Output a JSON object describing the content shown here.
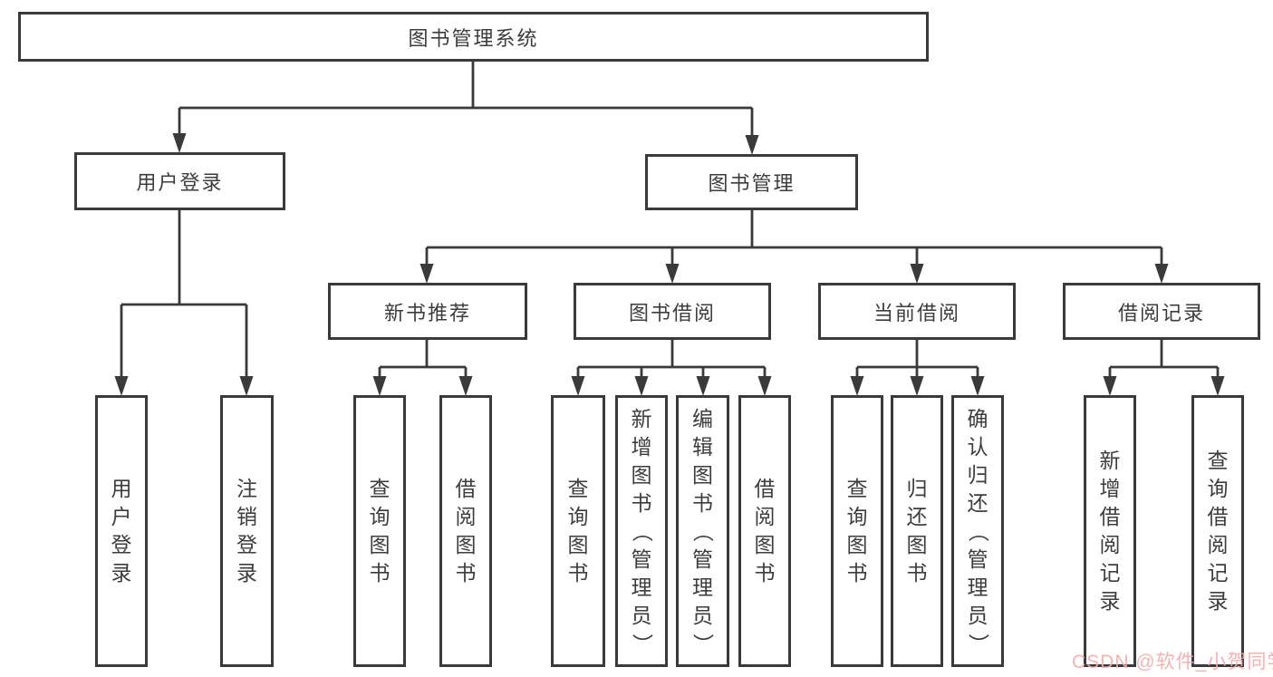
{
  "tree": {
    "label": "图书管理系统",
    "children": [
      {
        "label": "用户登录",
        "children": [
          {
            "label": "用户登录"
          },
          {
            "label": "注销登录"
          }
        ]
      },
      {
        "label": "图书管理",
        "children": [
          {
            "label": "新书推荐",
            "children": [
              {
                "label": "查询图书"
              },
              {
                "label": "借阅图书"
              }
            ]
          },
          {
            "label": "图书借阅",
            "children": [
              {
                "label": "查询图书"
              },
              {
                "label": "新增图书（管理员）"
              },
              {
                "label": "编辑图书（管理员）"
              },
              {
                "label": "借阅图书"
              }
            ]
          },
          {
            "label": "当前借阅",
            "children": [
              {
                "label": "查询图书"
              },
              {
                "label": "归还图书"
              },
              {
                "label": "确认归还（管理员）"
              }
            ]
          },
          {
            "label": "借阅记录",
            "children": [
              {
                "label": "新增借阅记录"
              },
              {
                "label": "查询借阅记录"
              }
            ]
          }
        ]
      }
    ]
  },
  "watermark": {
    "text": "CSDN @软件_小贺同学"
  },
  "colors": {
    "box_border": "#3a3a3a",
    "connector_line": "#3a3a3a",
    "text": "#3d3d3d",
    "watermark": "#f2acaa",
    "background": "#ffffff"
  }
}
